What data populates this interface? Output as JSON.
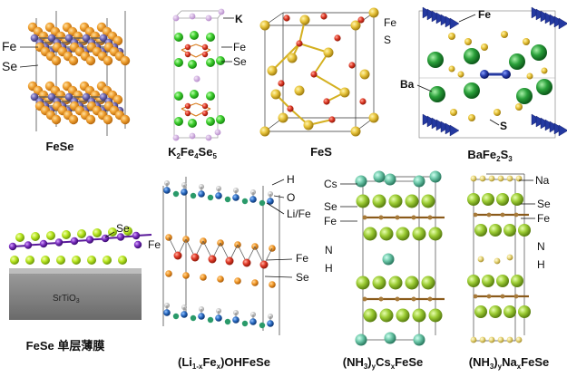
{
  "panels": [
    {
      "id": "fese",
      "caption": "FeSe",
      "labels": [
        "Fe",
        "Se"
      ]
    },
    {
      "id": "k2fe4se5",
      "caption_parts": [
        "K",
        "2",
        "Fe",
        "4",
        "Se",
        "5"
      ],
      "labels": [
        "K",
        "Fe",
        "Se"
      ]
    },
    {
      "id": "fes",
      "caption": "FeS",
      "labels": [
        "Fe",
        "S"
      ]
    },
    {
      "id": "bafe2s3",
      "caption_parts": [
        "BaFe",
        "2",
        "S",
        "3"
      ],
      "labels": [
        "Fe",
        "Ba",
        "S"
      ]
    },
    {
      "id": "fese-film",
      "caption": "FeSe 单层薄膜",
      "labels": [
        "Se",
        "Fe"
      ],
      "substrate_parts": [
        "SrTiO",
        "3"
      ]
    },
    {
      "id": "lifeohfese",
      "caption_parts": [
        "(Li",
        "1-x",
        "Fe",
        "x",
        ")OHFeSe"
      ],
      "labels": [
        "H",
        "O",
        "Li/Fe",
        "Fe",
        "Se"
      ]
    },
    {
      "id": "nh3csfese",
      "caption_parts": [
        "(NH",
        "3",
        ")",
        "y",
        "Cs",
        "x",
        "FeSe"
      ],
      "labels": [
        "Cs",
        "Se",
        "Fe",
        "N",
        "H"
      ]
    },
    {
      "id": "nh3nafese",
      "caption_parts": [
        "(NH",
        "3",
        ")",
        "y",
        "Na",
        "x",
        "FeSe"
      ],
      "labels": [
        "Na",
        "Se",
        "Fe",
        "N",
        "H"
      ]
    }
  ],
  "colors": {
    "fe_fese": "#6a63a8",
    "se_fese": "#e89b2a",
    "k": "#c9a3d6",
    "fe_red": "#d93b2b",
    "se_green": "#3fc72f",
    "s_yellow": "#e3c03a",
    "fe_blue": "#2439a0",
    "ba_green": "#2e9e3f",
    "se_lime": "#b5e61d",
    "fe_purple": "#7b2fc0",
    "substrate": "#888888",
    "o_blue": "#2b6cc4",
    "se_orange": "#f39a2a",
    "h_gray": "#bfbfbf",
    "cs_teal": "#6cc7a8",
    "se_olive": "#9acd32",
    "fe_brown": "#a77a3a",
    "na_yellow": "#e9d87a"
  }
}
